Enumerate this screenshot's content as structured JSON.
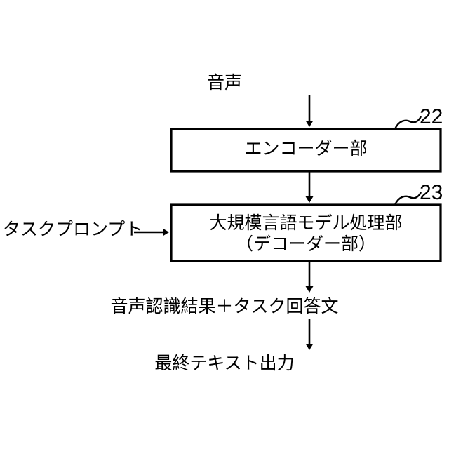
{
  "figure": {
    "type": "patent-block-diagram",
    "background_color": "#ffffff",
    "line_color": "#000000",
    "inputs": {
      "audio": "音声",
      "task_prompt": "タスクプロンプト"
    },
    "blocks": [
      {
        "id": "encoder",
        "label": "エンコーダー部",
        "reference_numeral": "22"
      },
      {
        "id": "llm",
        "label_line1": "大規模言語モデル処理部",
        "label_line2": "（デコーダー部）",
        "reference_numeral": "23"
      }
    ],
    "outputs": {
      "intermediate": "音声認識結果＋タスク回答文",
      "final": "最終テキスト出力"
    }
  }
}
